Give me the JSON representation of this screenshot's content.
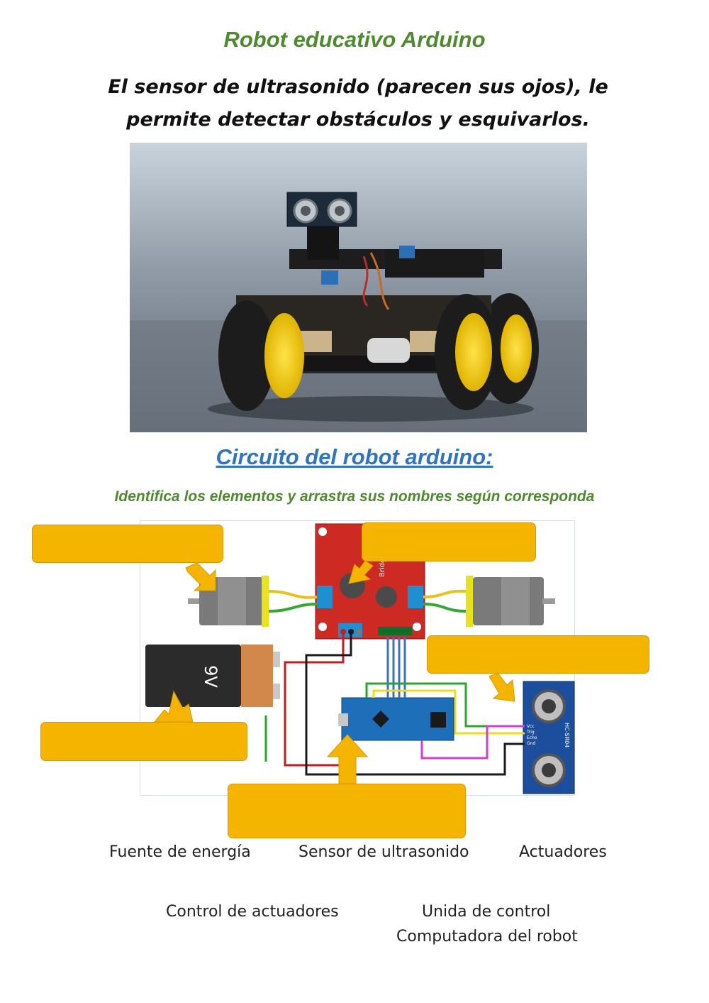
{
  "page": {
    "title": "Robot educativo Arduino",
    "intro": "El sensor de ultrasonido (parecen sus ojos), le permite detectar obstáculos y esquivarlos.",
    "section_title": "Circuito del robot arduino:",
    "instructions": "Identifica los elementos y arrastra sus nombres según corresponda"
  },
  "battery_label": "9V",
  "module_labels": {
    "driver_brand": "Bridge",
    "sensor_model": "HC-SR04",
    "sensor_pins": [
      "Vcc",
      "Trig",
      "Echo",
      "Gnd"
    ]
  },
  "word_bank": [
    "Fuente de energía",
    "Sensor de ultrasonido",
    "Actuadores",
    "Control de actuadores",
    "Unida de control",
    "Computadora del robot"
  ],
  "colors": {
    "title_green": "#4e8a2e",
    "section_blue": "#2f74c0",
    "drop_zone": "#f5b400"
  }
}
